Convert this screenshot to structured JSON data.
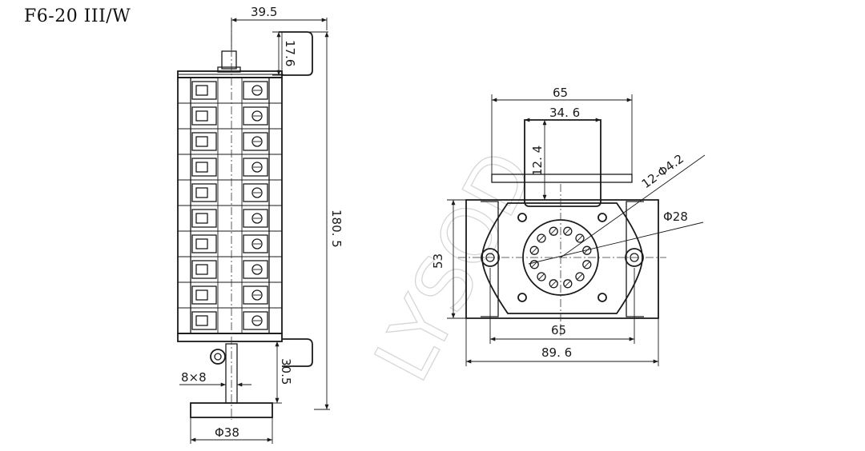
{
  "title": "F6-20 III/W",
  "watermark": "LYSOD",
  "side_view": {
    "dims": {
      "top_width": "39.5",
      "top_height": "17.6",
      "total_height": "180. 5",
      "shaft_length": "30.5",
      "shaft_square": "8×8",
      "knob_diameter": "Φ38"
    },
    "terminal_rows": 10
  },
  "front_view": {
    "dims": {
      "bracket_width": "65",
      "bracket_inner": "34. 6",
      "bracket_height": "12. 4",
      "body_height": "53",
      "holes_spec": "12-Φ4.2",
      "circle_diameter": "Φ28",
      "mount_spacing": "65",
      "overall_width": "89. 6"
    },
    "hole_count": 12
  }
}
